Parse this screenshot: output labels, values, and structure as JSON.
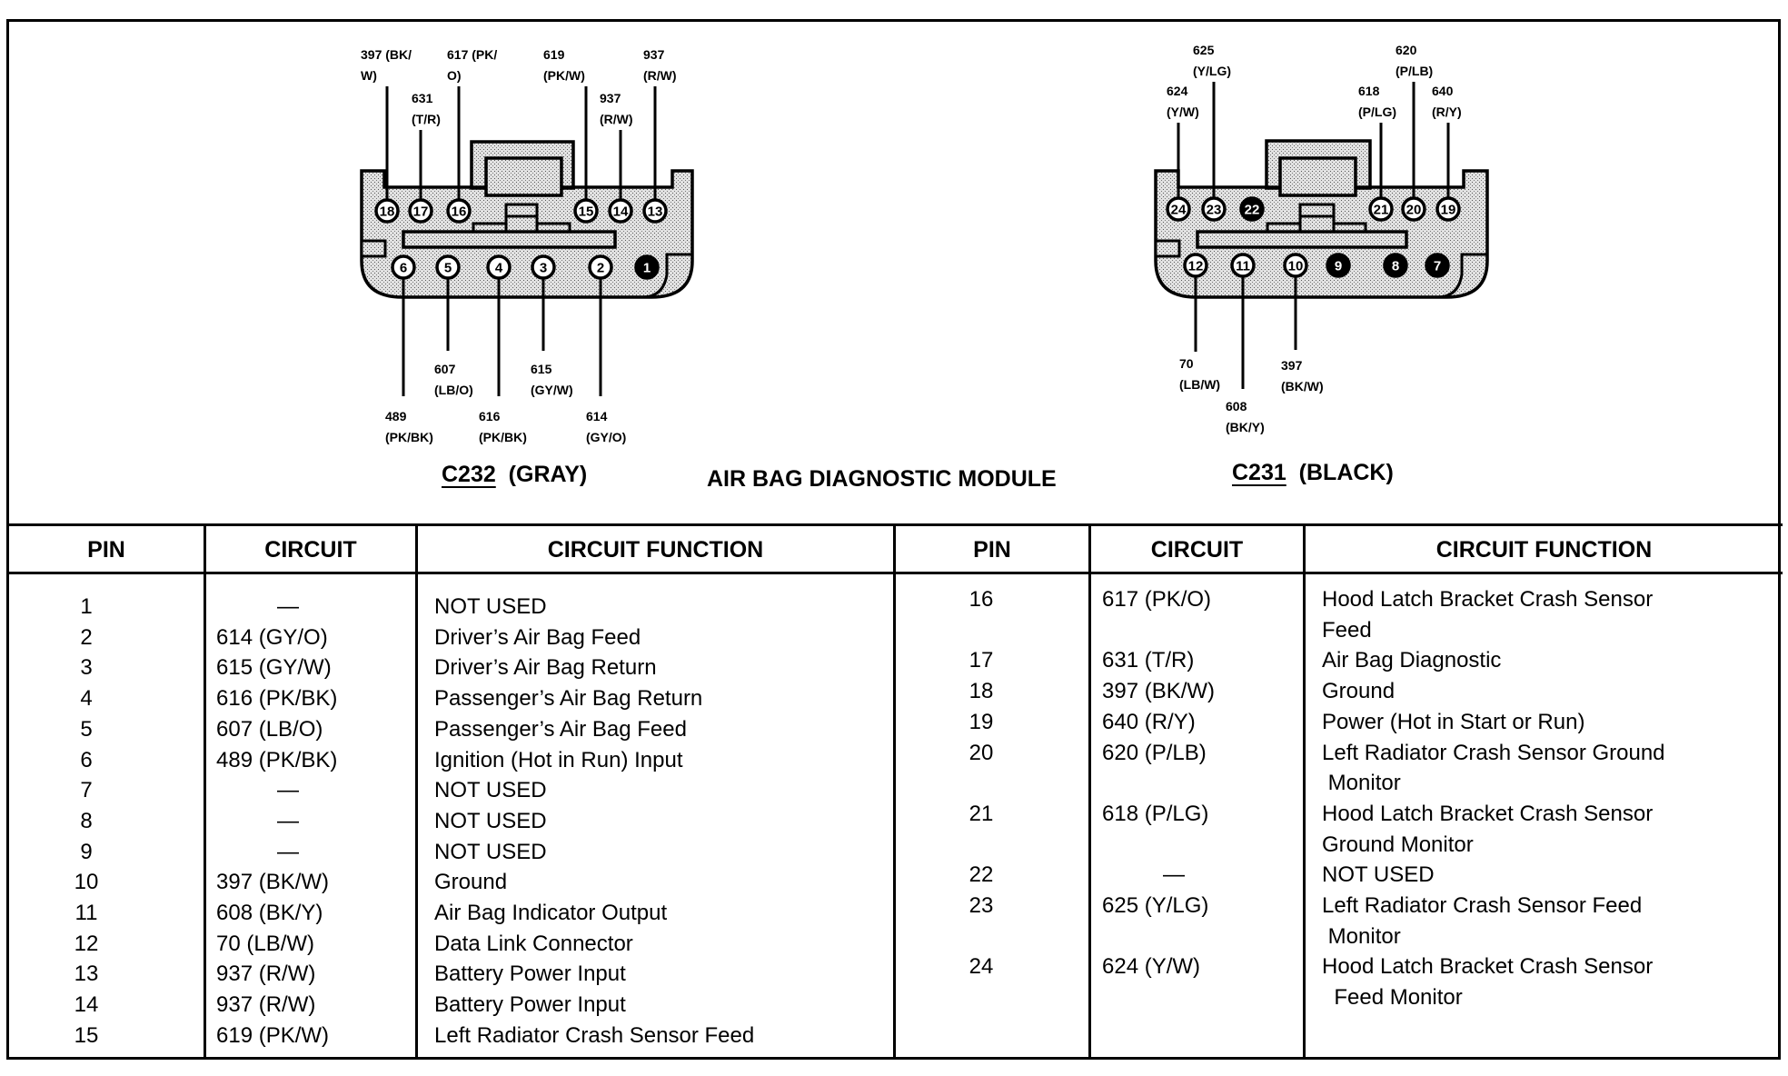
{
  "title": "AIR BAG DIAGNOSTIC MODULE",
  "connectors": [
    {
      "id": "C232",
      "color_label": "(GRAY)",
      "top_pins": [
        18,
        17,
        16,
        15,
        14,
        13
      ],
      "bottom_pins": [
        6,
        5,
        4,
        3,
        2,
        1
      ],
      "unused_pins": [
        1
      ],
      "wire_labels": [
        {
          "pin": 18,
          "line1": "397 (BK/",
          "line2": "W)"
        },
        {
          "pin": 17,
          "line1": "631",
          "line2": "(T/R)"
        },
        {
          "pin": 16,
          "line1": "617 (PK/",
          "line2": "O)"
        },
        {
          "pin": 15,
          "line1": "619",
          "line2": "(PK/W)"
        },
        {
          "pin": 14,
          "line1": "937",
          "line2": "(R/W)"
        },
        {
          "pin": 13,
          "line1": "937",
          "line2": "(R/W)"
        },
        {
          "pin": 6,
          "line1": "489",
          "line2": "(PK/BK)"
        },
        {
          "pin": 5,
          "line1": "607",
          "line2": "(LB/O)"
        },
        {
          "pin": 4,
          "line1": "616",
          "line2": "(PK/BK)"
        },
        {
          "pin": 3,
          "line1": "615",
          "line2": "(GY/W)"
        },
        {
          "pin": 2,
          "line1": "614",
          "line2": "(GY/O)"
        }
      ]
    },
    {
      "id": "C231",
      "color_label": "(BLACK)",
      "top_pins": [
        24,
        23,
        22,
        21,
        20,
        19
      ],
      "bottom_pins": [
        12,
        11,
        10,
        9,
        8,
        7
      ],
      "unused_pins": [
        22,
        9,
        8,
        7
      ],
      "wire_labels": [
        {
          "pin": 24,
          "line1": "624",
          "line2": "(Y/W)"
        },
        {
          "pin": 23,
          "line1": "625",
          "line2": "(Y/LG)"
        },
        {
          "pin": 21,
          "line1": "618",
          "line2": "(P/LG)"
        },
        {
          "pin": 20,
          "line1": "620",
          "line2": "(P/LB)"
        },
        {
          "pin": 19,
          "line1": "640",
          "line2": "(R/Y)"
        },
        {
          "pin": 12,
          "line1": "70",
          "line2": "(LB/W)"
        },
        {
          "pin": 11,
          "line1": "608",
          "line2": "(BK/Y)"
        },
        {
          "pin": 10,
          "line1": "397",
          "line2": "(BK/W)"
        }
      ]
    }
  ],
  "table": {
    "headers": [
      "PIN",
      "CIRCUIT",
      "CIRCUIT FUNCTION"
    ],
    "left": [
      {
        "pin": "1",
        "circuit": "—",
        "function": [
          "NOT USED"
        ]
      },
      {
        "pin": "2",
        "circuit": "614 (GY/O)",
        "function": [
          "Driver’s Air Bag Feed"
        ]
      },
      {
        "pin": "3",
        "circuit": "615 (GY/W)",
        "function": [
          "Driver’s Air Bag Return"
        ]
      },
      {
        "pin": "4",
        "circuit": "616 (PK/BK)",
        "function": [
          "Passenger’s Air Bag Return"
        ]
      },
      {
        "pin": "5",
        "circuit": "607 (LB/O)",
        "function": [
          "Passenger’s Air Bag Feed"
        ]
      },
      {
        "pin": "6",
        "circuit": "489 (PK/BK)",
        "function": [
          "Ignition (Hot in Run) Input"
        ]
      },
      {
        "pin": "7",
        "circuit": "—",
        "function": [
          "NOT USED"
        ]
      },
      {
        "pin": "8",
        "circuit": "—",
        "function": [
          "NOT USED"
        ]
      },
      {
        "pin": "9",
        "circuit": "—",
        "function": [
          "NOT USED"
        ]
      },
      {
        "pin": "10",
        "circuit": "397 (BK/W)",
        "function": [
          "Ground"
        ]
      },
      {
        "pin": "11",
        "circuit": "608 (BK/Y)",
        "function": [
          "Air Bag Indicator Output"
        ]
      },
      {
        "pin": "12",
        "circuit": "70 (LB/W)",
        "function": [
          "Data Link Connector"
        ]
      },
      {
        "pin": "13",
        "circuit": "937 (R/W)",
        "function": [
          "Battery Power Input"
        ]
      },
      {
        "pin": "14",
        "circuit": "937 (R/W)",
        "function": [
          "Battery Power Input"
        ]
      },
      {
        "pin": "15",
        "circuit": "619 (PK/W)",
        "function": [
          "Left Radiator Crash Sensor Feed"
        ]
      }
    ],
    "right": [
      {
        "pin": "16",
        "circuit": "617 (PK/O)",
        "function": [
          "Hood Latch Bracket Crash Sensor",
          "Feed"
        ]
      },
      {
        "pin": "17",
        "circuit": "631 (T/R)",
        "function": [
          "Air Bag Diagnostic"
        ]
      },
      {
        "pin": "18",
        "circuit": "397 (BK/W)",
        "function": [
          "Ground"
        ]
      },
      {
        "pin": "19",
        "circuit": "640 (R/Y)",
        "function": [
          "Power (Hot in Start or Run)"
        ]
      },
      {
        "pin": "20",
        "circuit": "620 (P/LB)",
        "function": [
          "Left Radiator Crash Sensor Ground",
          " Monitor"
        ]
      },
      {
        "pin": "21",
        "circuit": "618 (P/LG)",
        "function": [
          "Hood Latch Bracket Crash Sensor",
          "Ground Monitor"
        ]
      },
      {
        "pin": "22",
        "circuit": "—",
        "function": [
          "NOT USED"
        ]
      },
      {
        "pin": "23",
        "circuit": "625 (Y/LG)",
        "function": [
          "Left Radiator Crash Sensor Feed",
          " Monitor"
        ]
      },
      {
        "pin": "24",
        "circuit": "624 (Y/W)",
        "function": [
          "Hood Latch Bracket Crash Sensor",
          "  Feed Monitor"
        ]
      }
    ]
  }
}
